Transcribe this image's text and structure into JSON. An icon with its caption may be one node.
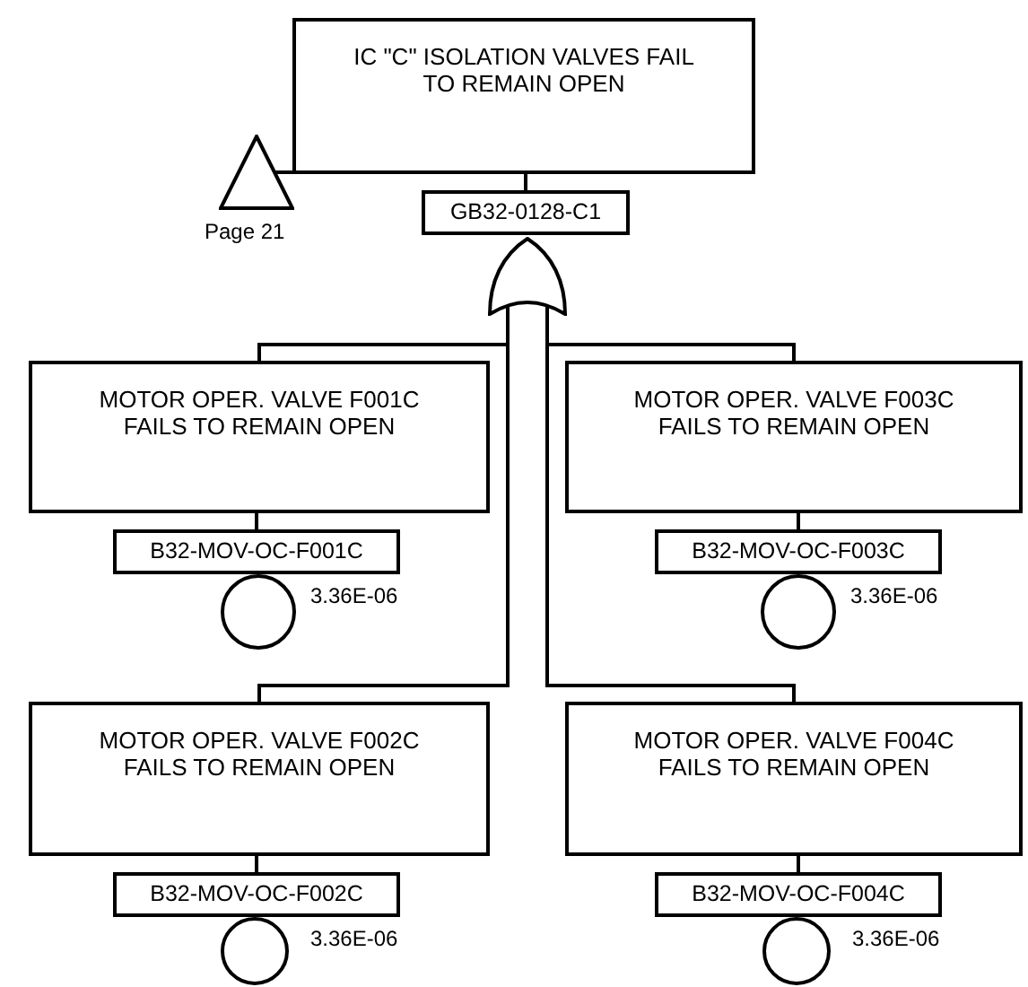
{
  "diagram": {
    "nodes": [
      {
        "text": [
          "IC \"C\" ISOLATION VALVES FAIL TO REMAIN OPEN"
        ]
      },
      {
        "text": [
          "GB32-0128-C1"
        ]
      },
      {
        "text": [],
        "shape": "gate"
      },
      {
        "text": [],
        "shape": "triangle",
        "beside": [
          "Page 21"
        ]
      },
      {
        "text": [
          "MOTOR OPER. VALVE F001C FAILS TO REMAIN OPEN"
        ]
      },
      {
        "text": [
          "B32-MOV-OC-F001C"
        ]
      },
      {
        "text": [],
        "shape": "circle",
        "beside": [
          "3.36E-06"
        ]
      },
      {
        "text": [
          "MOTOR OPER. VALVE F003C FAILS TO REMAIN OPEN"
        ]
      },
      {
        "text": [
          "B32-MOV-OC-F003C"
        ]
      },
      {
        "text": [],
        "shape": "circle",
        "beside": [
          "3.36E-06"
        ]
      },
      {
        "text": [
          "MOTOR OPER. VALVE F002C FAILS TO REMAIN OPEN"
        ]
      },
      {
        "text": [
          "B32-MOV-OC-F002C"
        ]
      },
      {
        "text": [],
        "shape": "circle",
        "beside": [
          "3.36E-06"
        ]
      },
      {
        "text": [
          "MOTOR OPER. VALVE F004C FAILS TO REMAIN OPEN"
        ]
      },
      {
        "text": [
          "B32-MOV-OC-F004C"
        ]
      },
      {
        "text": [],
        "shape": "circle",
        "beside": [
          "3.36E-06"
        ]
      }
    ],
    "edges": [
      {
        "from": 0,
        "to": 1,
        "arrow": "none"
      },
      {
        "from": 3,
        "to": 0,
        "arrow": "none"
      },
      {
        "from": 2,
        "to": 4,
        "arrow": "none"
      },
      {
        "from": 2,
        "to": 7,
        "arrow": "none"
      },
      {
        "from": 2,
        "to": 10,
        "arrow": "none"
      },
      {
        "from": 2,
        "to": 13,
        "arrow": "none"
      },
      {
        "from": 4,
        "to": 5,
        "arrow": "none"
      },
      {
        "from": 7,
        "to": 8,
        "arrow": "none"
      },
      {
        "from": 10,
        "to": 11,
        "arrow": "none"
      },
      {
        "from": 13,
        "to": 14,
        "arrow": "none"
      }
    ]
  }
}
